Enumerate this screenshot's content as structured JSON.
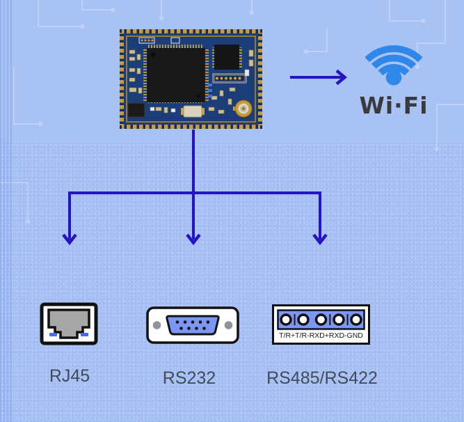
{
  "colors": {
    "background": "#a9c2f4",
    "arrow": "#2414c4",
    "wifi_blue": "#2f87ea",
    "connector_blue": "#7b96f3",
    "led_blue": "#4a6af0",
    "label_text": "#434b59",
    "wifi_text": "#3a3a3c",
    "circuit_trace": "#c6d7fb"
  },
  "icons": {
    "module": "wifi-module-pcb-photo",
    "wifi": "wifi-signal-icon",
    "rj45": "rj45-port-icon",
    "rs232": "db9-serial-port-icon",
    "rs485": "terminal-block-icon"
  },
  "wifi": {
    "label": "Wi·Fi"
  },
  "connectors": {
    "rj45": {
      "label": "RJ45"
    },
    "rs232": {
      "label": "RS232"
    },
    "rs485": {
      "label": "RS485/RS422",
      "pins": "T/R+T/R-RXD+RXD-GND"
    }
  }
}
